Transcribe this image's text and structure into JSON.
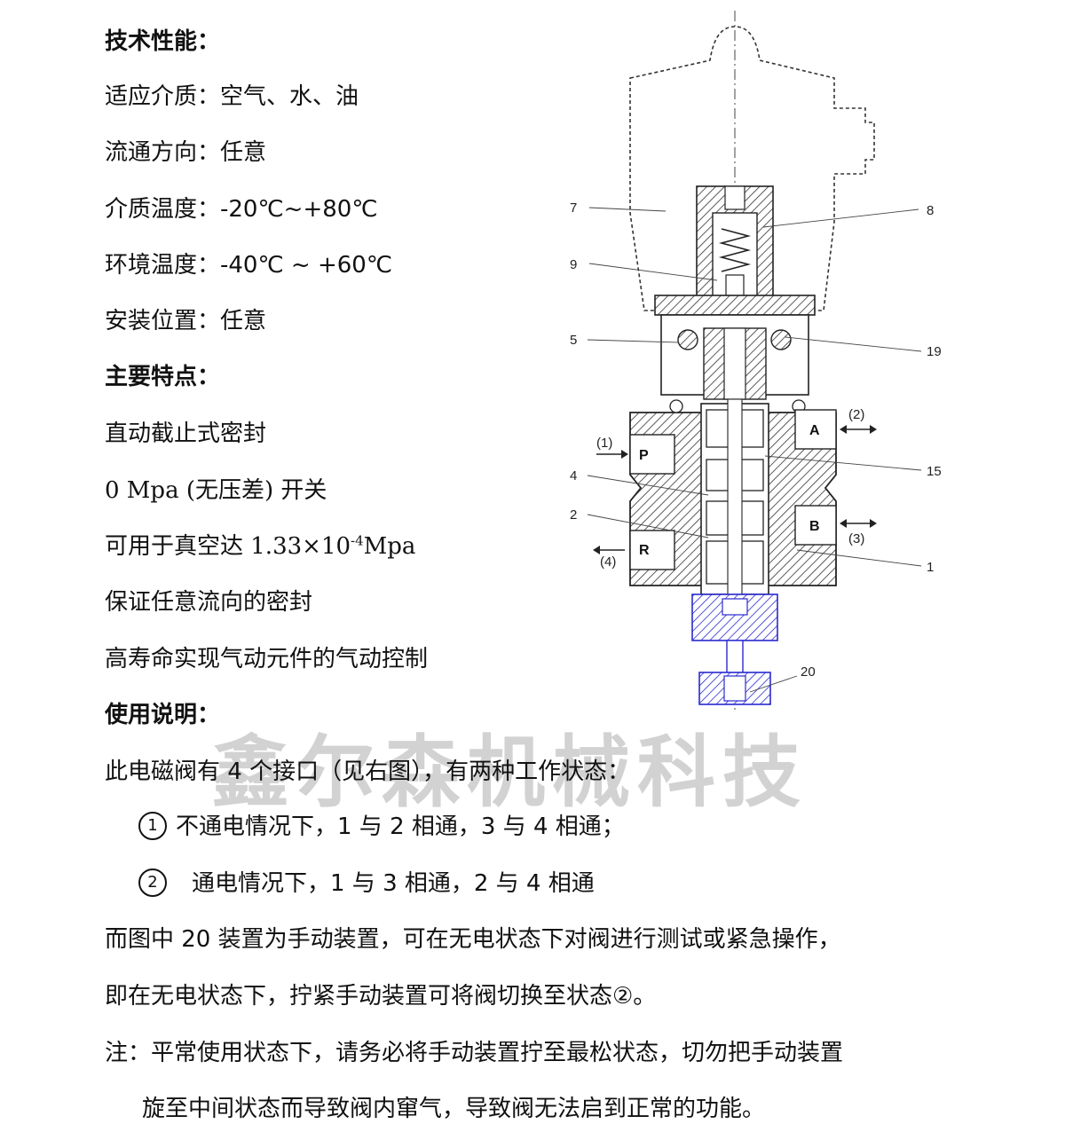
{
  "watermark": "鑫尔森机械科技",
  "tech": {
    "heading": "技术性能：",
    "medium": "适应介质：空气、水、油",
    "flow": "流通方向：任意",
    "medium_temp": "介质温度：-20℃~+80℃",
    "env_temp": "环境温度：-40℃ ~ +60℃",
    "install": "安装位置：任意"
  },
  "features": {
    "heading": "主要特点：",
    "f1": "直动截止式密封",
    "f2": "0 Mpa (无压差) 开关",
    "f3_pre": "可用于真空达 1.33×10",
    "f3_sup": "-4",
    "f3_post": "Mpa",
    "f4": "保证任意流向的密封",
    "f5": "高寿命实现气动元件的气动控制"
  },
  "usage": {
    "heading": "使用说明：",
    "intro": "此电磁阀有 4 个接口（见右图），有两种工作状态：",
    "s1_mark": "1",
    "s1_text": "不通电情况下，1 与 2 相通，3 与 4 相通；",
    "s2_mark": "2",
    "s2_text": "通电情况下，1 与 3 相通，2 与 4 相通",
    "manual1": "而图中 20 装置为手动装置，可在无电状态下对阀进行测试或紧急操作，",
    "manual2": "即在无电状态下，拧紧手动装置可将阀切换至状态②。",
    "note1": "注：平常使用状态下，请务必将手动装置拧至最松状态，切勿把手动装置",
    "note2": "旋至中间状态而导致阀内窜气，导致阀无法启到正常的功能。"
  },
  "diagram": {
    "callouts": [
      "7",
      "8",
      "9",
      "5",
      "19",
      "4",
      "15",
      "2",
      "1",
      "20"
    ],
    "ports": {
      "p": "P",
      "a": "A",
      "b": "B",
      "r": "R"
    },
    "port_nums": {
      "p": "(1)",
      "a": "(2)",
      "b": "(3)",
      "r": "(4)"
    },
    "colors": {
      "manual_device": "#2a2ad0",
      "hatch": "#333333"
    }
  }
}
